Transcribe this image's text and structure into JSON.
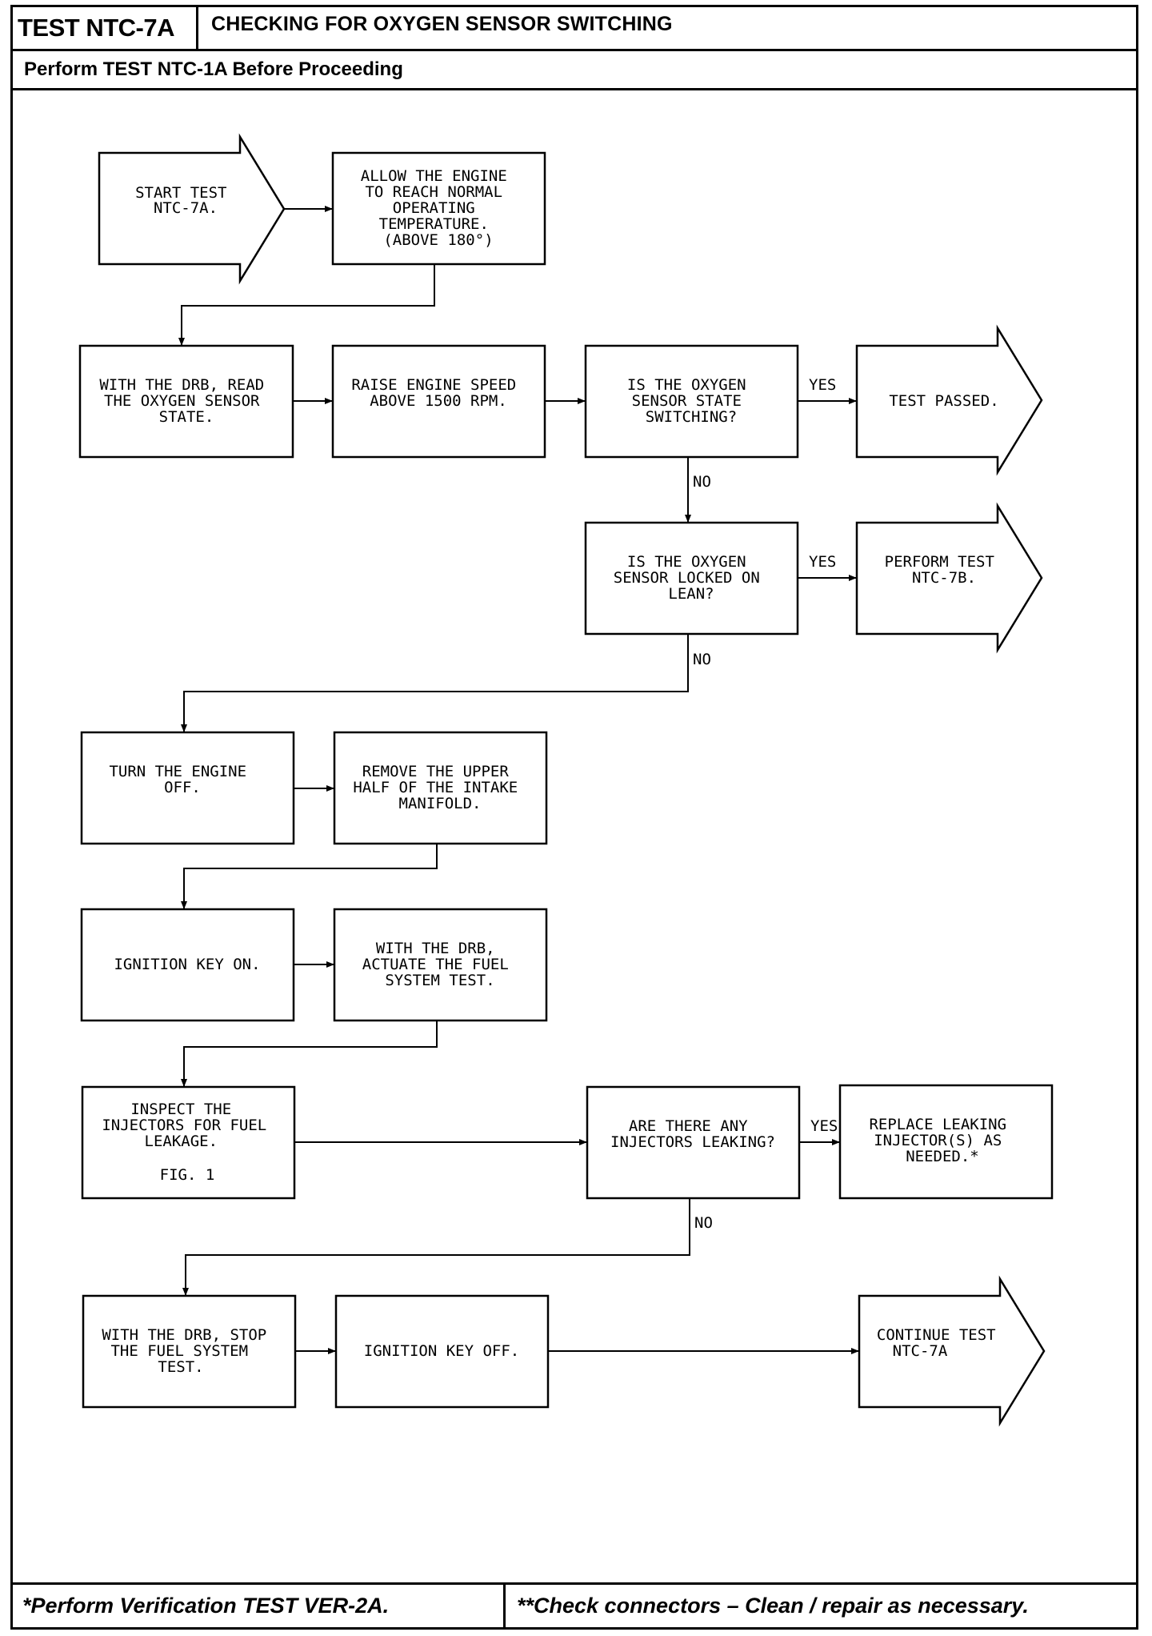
{
  "header": {
    "test_id": "TEST NTC-7A",
    "title": "CHECKING FOR OXYGEN SENSOR SWITCHING",
    "prerequisite": "Perform TEST NTC-1A Before Proceeding"
  },
  "footer": {
    "left": "*Perform Verification TEST VER-2A.",
    "right": "**Check connectors – Clean / repair as necessary."
  },
  "flow": {
    "start": [
      "START TEST",
      "NTC-7A."
    ],
    "warmup": [
      "ALLOW THE ENGINE",
      "TO REACH NORMAL",
      "OPERATING",
      "TEMPERATURE.",
      "(ABOVE 180°)"
    ],
    "read_o2": [
      "WITH THE DRB, READ",
      "THE OXYGEN SENSOR",
      "STATE."
    ],
    "raise_speed": [
      "RAISE ENGINE SPEED",
      "ABOVE 1500 RPM."
    ],
    "q_switching": [
      "IS THE OXYGEN",
      "SENSOR STATE",
      "SWITCHING?"
    ],
    "test_passed": [
      "TEST PASSED."
    ],
    "q_locked_lean": [
      "IS THE OXYGEN",
      "SENSOR LOCKED ON",
      "LEAN?"
    ],
    "perform_7b": [
      "PERFORM TEST",
      "NTC-7B."
    ],
    "engine_off": [
      "TURN THE ENGINE",
      "OFF."
    ],
    "remove_manifold": [
      "REMOVE THE UPPER",
      "HALF OF THE INTAKE",
      "MANIFOLD."
    ],
    "key_on": [
      "IGNITION KEY ON."
    ],
    "actuate_fuel": [
      "WITH THE DRB,",
      "ACTUATE THE FUEL",
      "SYSTEM TEST."
    ],
    "inspect_injectors": [
      "INSPECT THE",
      "INJECTORS FOR FUEL",
      "LEAKAGE."
    ],
    "inspect_fig": "FIG. 1",
    "q_leaking": [
      "ARE THERE ANY",
      "INJECTORS LEAKING?"
    ],
    "replace_injectors": [
      "REPLACE LEAKING",
      "INJECTOR(S) AS",
      "NEEDED.*"
    ],
    "stop_fuel": [
      "WITH THE DRB, STOP",
      "THE FUEL SYSTEM",
      "TEST."
    ],
    "key_off": [
      "IGNITION KEY OFF."
    ],
    "continue_test": [
      "CONTINUE TEST",
      "NTC-7A"
    ],
    "labels": {
      "yes_1": "YES",
      "no_1": "NO",
      "yes_2": "YES",
      "no_2": "NO",
      "yes_3": "YES",
      "no_3": "NO"
    }
  }
}
